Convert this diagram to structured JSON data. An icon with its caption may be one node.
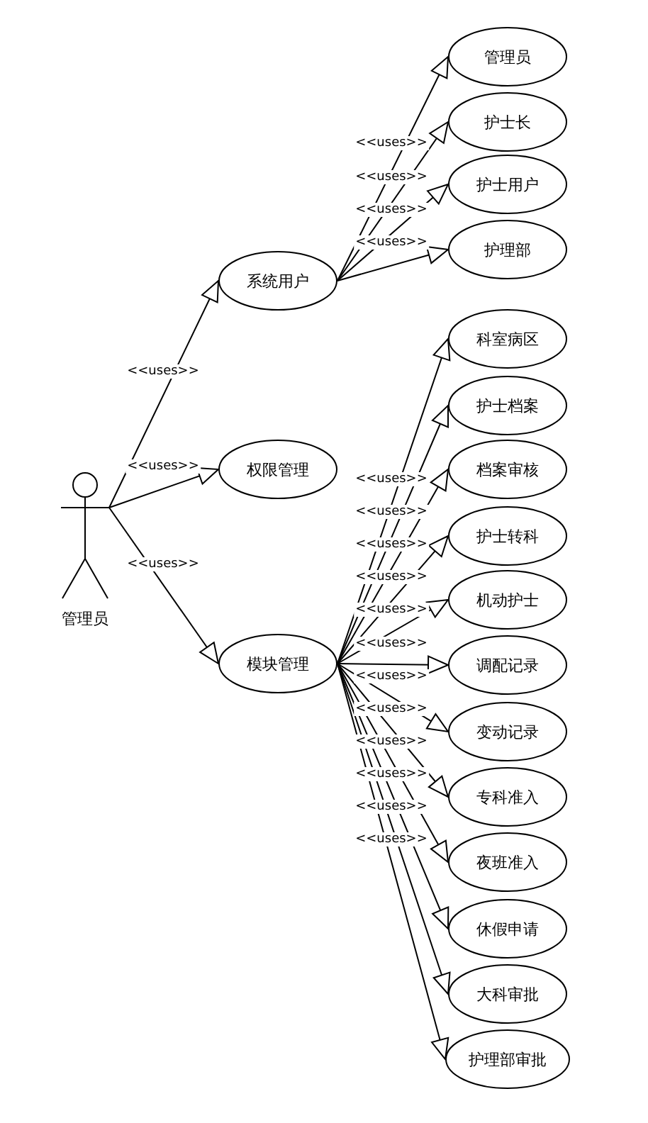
{
  "diagram": {
    "nodes": [
      {
        "text": [
          "管理员"
        ]
      },
      {
        "text": [
          "系统用户"
        ]
      },
      {
        "text": [
          "权限管理"
        ]
      },
      {
        "text": [
          "模块管理"
        ]
      },
      {
        "text": [
          "管理员"
        ]
      },
      {
        "text": [
          "护士长"
        ]
      },
      {
        "text": [
          "护士用户"
        ]
      },
      {
        "text": [
          "护理部"
        ]
      },
      {
        "text": [
          "科室病区"
        ]
      },
      {
        "text": [
          "护士档案"
        ]
      },
      {
        "text": [
          "档案审核"
        ]
      },
      {
        "text": [
          "护士转科"
        ]
      },
      {
        "text": [
          "机动护士"
        ]
      },
      {
        "text": [
          "调配记录"
        ]
      },
      {
        "text": [
          "变动记录"
        ]
      },
      {
        "text": [
          "专科准入"
        ]
      },
      {
        "text": [
          "夜班准入"
        ]
      },
      {
        "text": [
          "休假申请"
        ]
      },
      {
        "text": [
          "大科审批"
        ]
      },
      {
        "text": [
          "护理部审批"
        ]
      }
    ],
    "edges": [
      {
        "from": 0,
        "to": 1,
        "arrow": "to",
        "label": "<<uses>>"
      },
      {
        "from": 0,
        "to": 2,
        "arrow": "to",
        "label": "<<uses>>"
      },
      {
        "from": 0,
        "to": 3,
        "arrow": "to",
        "label": "<<uses>>"
      },
      {
        "from": 1,
        "to": 4,
        "arrow": "to",
        "label": "<<uses>>"
      },
      {
        "from": 1,
        "to": 5,
        "arrow": "to",
        "label": "<<uses>>"
      },
      {
        "from": 1,
        "to": 6,
        "arrow": "to",
        "label": "<<uses>>"
      },
      {
        "from": 1,
        "to": 7,
        "arrow": "to",
        "label": "<<uses>>"
      },
      {
        "from": 3,
        "to": 8,
        "arrow": "to",
        "label": "<<uses>>"
      },
      {
        "from": 3,
        "to": 9,
        "arrow": "to",
        "label": "<<uses>>"
      },
      {
        "from": 3,
        "to": 10,
        "arrow": "to",
        "label": "<<uses>>"
      },
      {
        "from": 3,
        "to": 11,
        "arrow": "to",
        "label": "<<uses>>"
      },
      {
        "from": 3,
        "to": 12,
        "arrow": "to",
        "label": "<<uses>>"
      },
      {
        "from": 3,
        "to": 13,
        "arrow": "to",
        "label": "<<uses>>"
      },
      {
        "from": 3,
        "to": 14,
        "arrow": "to",
        "label": "<<uses>>"
      },
      {
        "from": 3,
        "to": 15,
        "arrow": "to",
        "label": "<<uses>>"
      },
      {
        "from": 3,
        "to": 16,
        "arrow": "to",
        "label": "<<uses>>"
      },
      {
        "from": 3,
        "to": 17,
        "arrow": "to",
        "label": "<<uses>>"
      },
      {
        "from": 3,
        "to": 18,
        "arrow": "to",
        "label": "<<uses>>"
      },
      {
        "from": 3,
        "to": 19,
        "arrow": "to",
        "label": "<<uses>>"
      }
    ]
  }
}
